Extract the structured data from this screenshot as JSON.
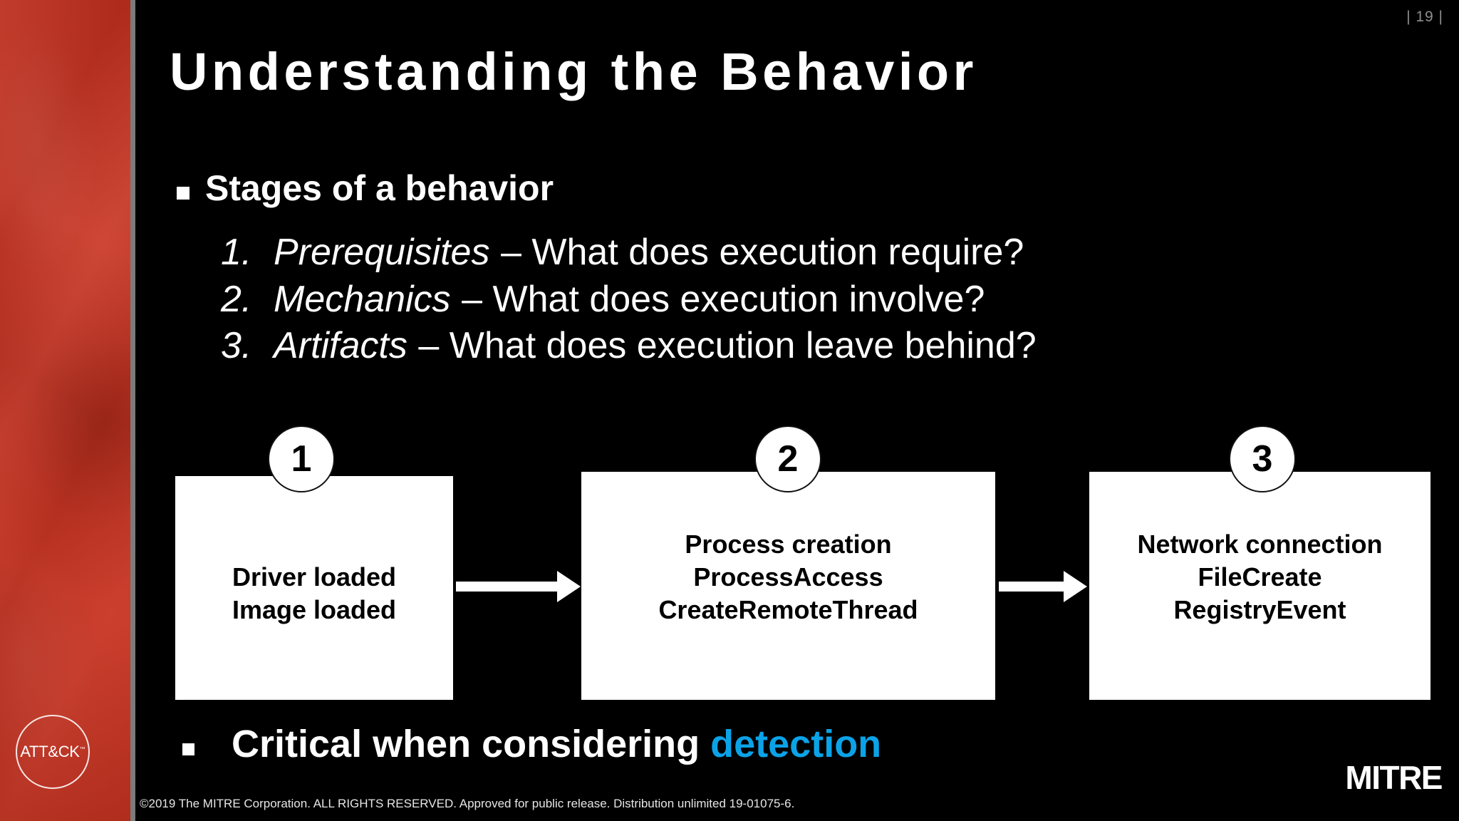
{
  "slide": {
    "page_number": "| 19 |",
    "title": "Understanding the Behavior",
    "accent_color": "#0ba3e8",
    "sidebar_color": "#c8311f",
    "background_color": "#000000"
  },
  "body": {
    "main_bullet": "Stages of a behavior",
    "numbered_items": [
      {
        "marker": "1.",
        "emphasis": "Prerequisites",
        "rest": "– What does execution require?"
      },
      {
        "marker": "2.",
        "emphasis": "Mechanics",
        "rest": "– What does execution involve?"
      },
      {
        "marker": "3.",
        "emphasis": "Artifacts",
        "rest": "– What does execution leave behind?"
      }
    ]
  },
  "diagram": {
    "stages": [
      {
        "badge": "1",
        "label": "Driver loaded\nImage loaded"
      },
      {
        "badge": "2",
        "label": "Process creation\nProcessAccess\nCreateRemoteThread"
      },
      {
        "badge": "3",
        "label": "Network connection\nFileCreate\nRegistryEvent"
      }
    ]
  },
  "bottom": {
    "text_before": "Critical when considering ",
    "accent_word": "detection"
  },
  "branding": {
    "attack_logo_text": "ATT&CK",
    "attack_logo_tm": "™",
    "mitre_logo_text": "MITRE"
  },
  "footer": {
    "copyright": "©2019 The MITRE Corporation. ALL RIGHTS RESERVED. Approved for public release. Distribution unlimited 19-01075-6."
  }
}
